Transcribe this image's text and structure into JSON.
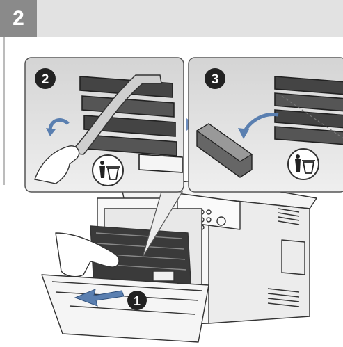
{
  "step": {
    "number": "2"
  },
  "panels": [
    {
      "label": "2",
      "recycle_icon": "recycle-bin-icon"
    },
    {
      "label": "3",
      "recycle_icon": "recycle-bin-icon"
    }
  ],
  "main_label": "1",
  "colors": {
    "header_band": "#e2e2e2",
    "step_badge": "#8a8a8a",
    "panel_bg": "#dcdcdc",
    "arrow_blue": "#5a7fb0"
  },
  "icons": [
    "recycle-bin-icon",
    "arrow-icon",
    "hand-icon",
    "printer-illustration",
    "toner-cartridge",
    "packing-strip"
  ]
}
